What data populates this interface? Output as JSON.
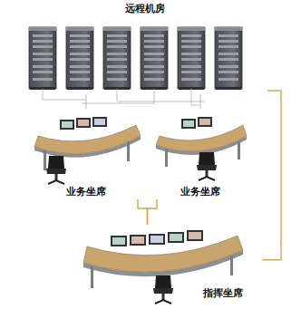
{
  "diagram": {
    "nodes": [
      {
        "text": [
          "远程机房"
        ]
      },
      {
        "text": [
          "业务坐席"
        ]
      },
      {
        "text": [
          "业务坐席"
        ]
      },
      {
        "text": [
          "指挥坐席"
        ]
      }
    ],
    "edges": [
      {
        "from": 0,
        "to": 1,
        "arrow": "none"
      },
      {
        "from": 0,
        "to": 2,
        "arrow": "none"
      },
      {
        "from": 0,
        "to": 3,
        "arrow": "none"
      },
      {
        "from": 1,
        "to": 3,
        "arrow": "none"
      },
      {
        "from": 2,
        "to": 3,
        "arrow": "none"
      }
    ]
  }
}
